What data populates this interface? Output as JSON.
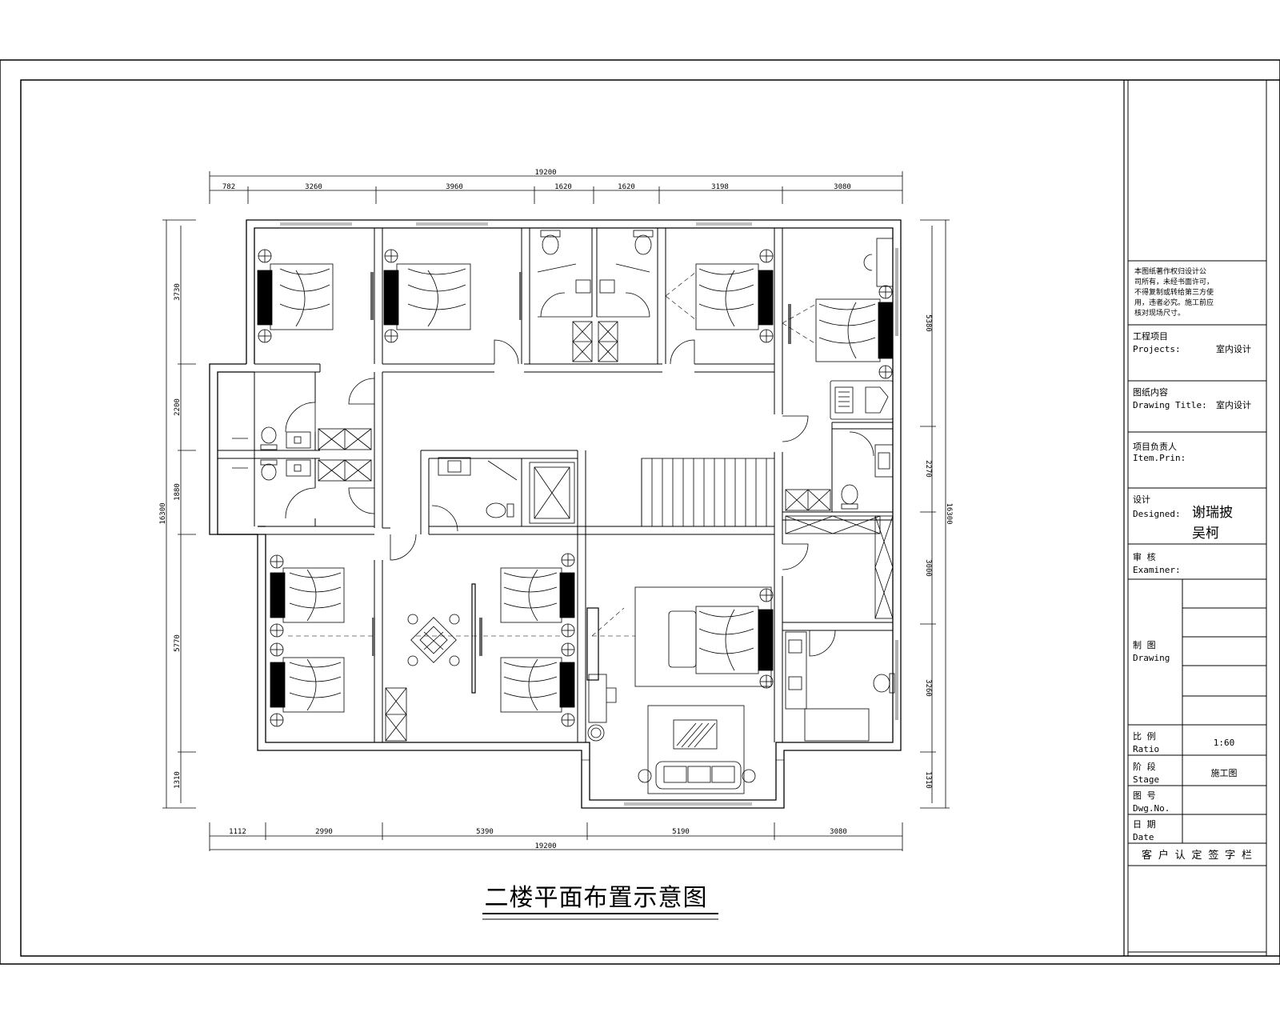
{
  "drawing": {
    "title": "二楼平面布置示意图",
    "dimensions_top": [
      "782",
      "3260",
      "3960",
      "1620",
      "1620",
      "3198",
      "3080"
    ],
    "dimension_top_total": "19200",
    "dimensions_bottom": [
      "1112",
      "2990",
      "5390",
      "5190",
      "3080"
    ],
    "dimension_bottom_total": "19200",
    "dimensions_left": [
      "3730",
      "2200",
      "1880",
      "5770",
      "1310"
    ],
    "dimension_left_total": "16300",
    "dimensions_right": [
      "5380",
      "2270",
      "3000",
      "3260",
      "1310"
    ],
    "dimension_right_total": "16300"
  },
  "title_block": {
    "note": [
      "本图纸著作权归设计公",
      "司所有，未经书面许可，",
      "不得复制或转给第三方使",
      "用，违者必究。施工前应",
      "核对现场尺寸。"
    ],
    "project_label_cn": "工程项目",
    "project_label_en": "Projects:",
    "project_value": "室内设计",
    "content_label_cn": "图纸内容",
    "content_label_en": "Drawing Title:",
    "content_value": "室内设计",
    "principal_label_cn": "项目负责人",
    "principal_label_en": "Item.Prin:",
    "designer_label_cn": "设计",
    "designer_label_en": "Designed:",
    "designer_1": "谢瑞披",
    "designer_2": "吴柯",
    "examiner_label_cn": "审 核",
    "examiner_label_en": "Examiner:",
    "drawing_label_cn": "制 图",
    "drawing_label_en": "Drawing",
    "ratio_label_cn": "比 例",
    "ratio_label_en": "Ratio",
    "ratio_value": "1:60",
    "stage_label_cn": "阶 段",
    "stage_label_en": "Stage",
    "stage_value": "施工图",
    "dwgno_label_cn": "图 号",
    "dwgno_label_en": "Dwg.No.",
    "date_label_cn": "日 期",
    "date_label_en": "Date",
    "client_sign": "客 户 认 定 签 字 栏"
  }
}
